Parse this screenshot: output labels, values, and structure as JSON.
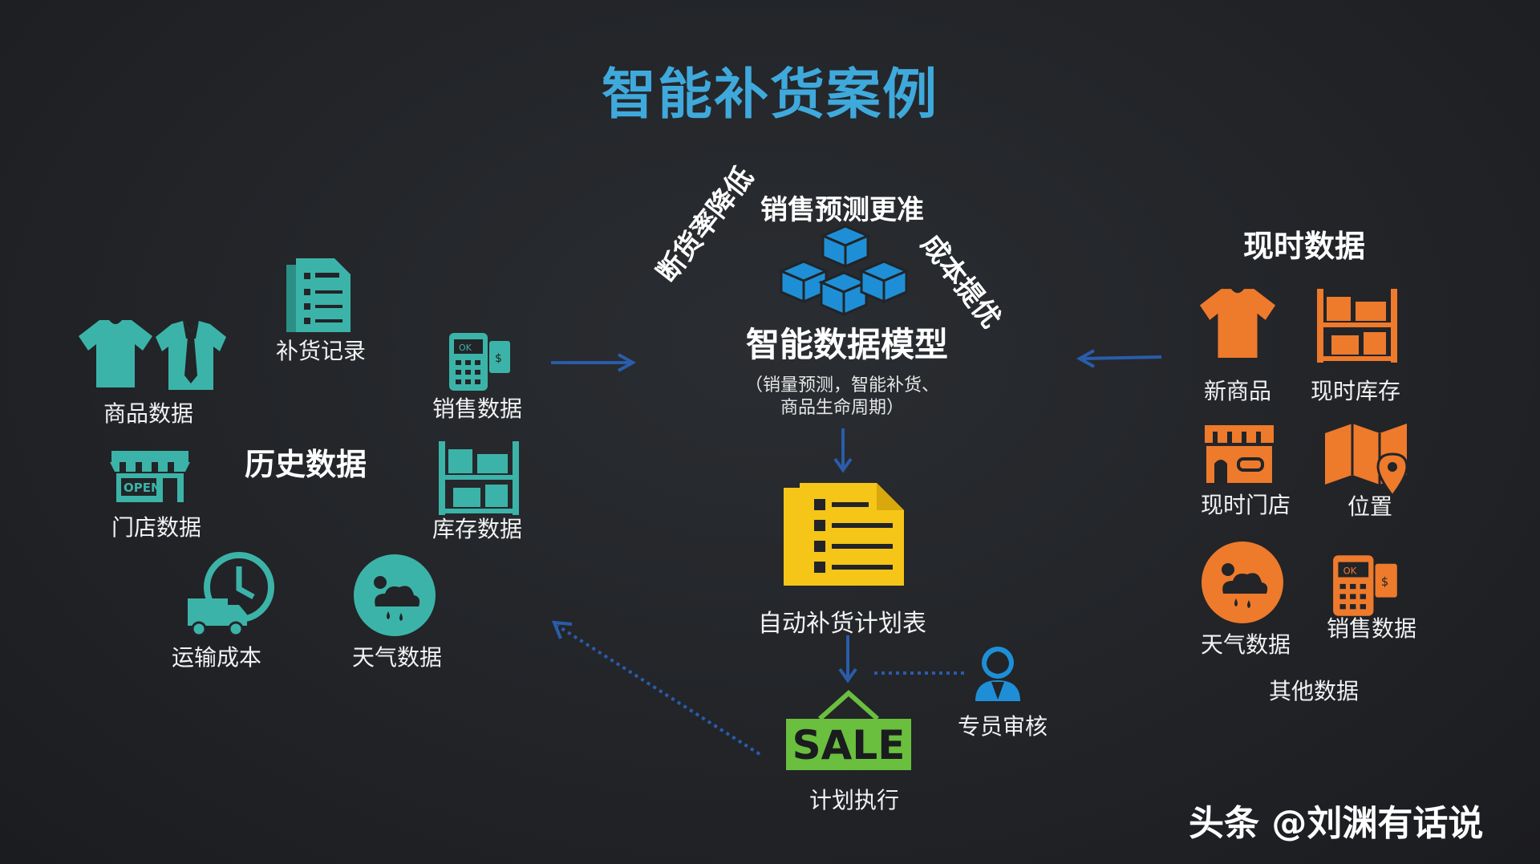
{
  "title": "智能补货案例",
  "history": {
    "heading": "历史数据",
    "items": {
      "goods": "商品数据",
      "restock_record": "补货记录",
      "sales": "销售数据",
      "store": "门店数据",
      "inventory": "库存数据",
      "transport": "运输成本",
      "weather": "天气数据"
    }
  },
  "model": {
    "top_label": "销售预测更准",
    "left_label": "断货率降低",
    "right_label": "成本提优",
    "name": "智能数据模型",
    "desc_line1": "（销量预测，智能补货、",
    "desc_line2": "商品生命周期）"
  },
  "plan": {
    "label": "自动补货计划表"
  },
  "review": {
    "label": "专员审核"
  },
  "execute": {
    "label": "计划执行",
    "sign_text": "SALE"
  },
  "current": {
    "heading": "现时数据",
    "items": {
      "new_goods": "新商品",
      "current_inventory": "现时库存",
      "current_store": "现时门店",
      "location": "位置",
      "weather": "天气数据",
      "sales": "销售数据"
    },
    "other": "其他数据"
  },
  "watermark": "头条 @刘渊有话说",
  "colors": {
    "teal": "#3cb3a8",
    "blue": "#1e8fd6",
    "orange": "#ee7a2c",
    "yellow": "#f5c518",
    "green": "#6abf3e",
    "arrow": "#2a5caa",
    "title": "#3fa9dc"
  },
  "icons": [
    "tshirt-icon",
    "shirt-tie-icon",
    "document-list-icon",
    "pos-terminal-icon",
    "store-open-icon",
    "shelf-icon",
    "truck-clock-icon",
    "weather-cloud-icon",
    "cubes-icon",
    "plan-document-icon",
    "person-icon",
    "sale-sign-icon",
    "map-pin-icon"
  ]
}
